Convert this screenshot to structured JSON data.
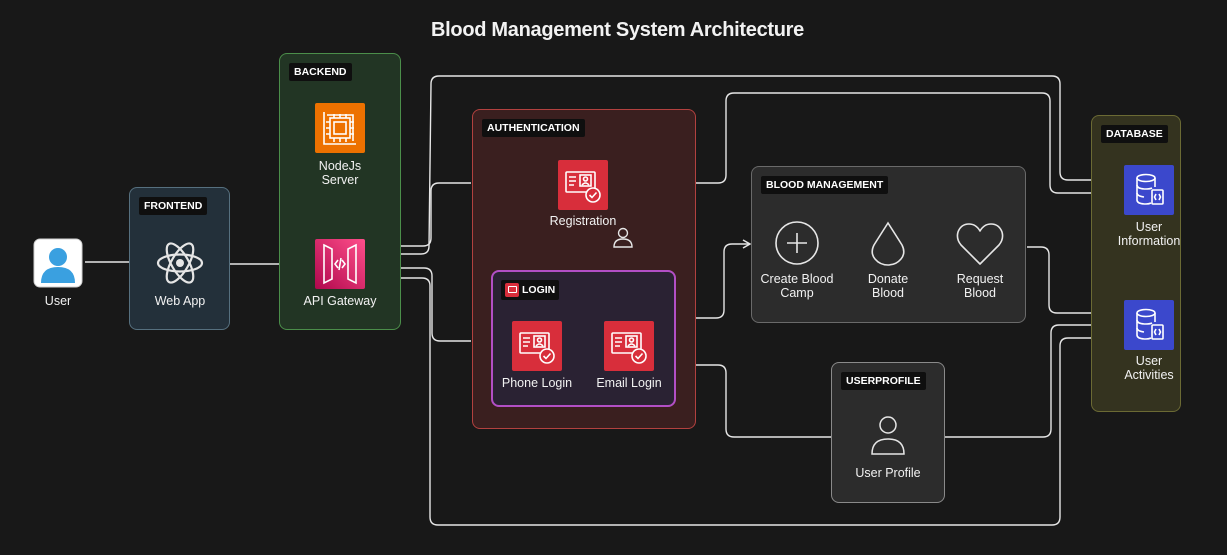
{
  "title": "Blood Management System Architecture",
  "groups": {
    "frontend": "FRONTEND",
    "backend": "BACKEND",
    "authentication": "AUTHENTICATION",
    "login": "LOGIN",
    "blood_management": "BLOOD MANAGEMENT",
    "user_profile": "USERPROFILE",
    "database": "DATABASE"
  },
  "nodes": {
    "user": "User",
    "web_app": "Web App",
    "nodejs_line1": "NodeJs",
    "nodejs_line2": "Server",
    "api_gateway": "API Gateway",
    "registration": "Registration",
    "phone_login": "Phone Login",
    "email_login": "Email Login",
    "create_camp_line1": "Create Blood",
    "create_camp_line2": "Camp",
    "donate_line1": "Donate",
    "donate_line2": "Blood",
    "request_line1": "Request",
    "request_line2": "Blood",
    "user_profile": "User Profile",
    "user_info_line1": "User",
    "user_info_line2": "Information",
    "user_activities_line1": "User",
    "user_activities_line2": "Activities"
  },
  "icons": {
    "user": "user-avatar-icon",
    "web_app": "react-icon",
    "nodejs": "ec2-chip-icon",
    "api_gateway": "api-gateway-icon",
    "auth": "id-card-check-icon",
    "blood": "plus-circle-icon",
    "donate": "drop-icon",
    "request": "heart-icon",
    "profile": "person-outline-icon",
    "database": "database-icon"
  },
  "colors": {
    "background": "#181818",
    "wire": "#e6e6e6",
    "frontend": "#23303a",
    "backend": "#223524",
    "authentication": "#3a1f1f",
    "login_border": "#b24fc5",
    "blood_management": "#2c2c2c",
    "database": "#34331f",
    "aws_red": "#d82e3b",
    "aws_orange": "#ed7100",
    "aws_pink": "#e7157b",
    "db_blue": "#3b48cc"
  }
}
